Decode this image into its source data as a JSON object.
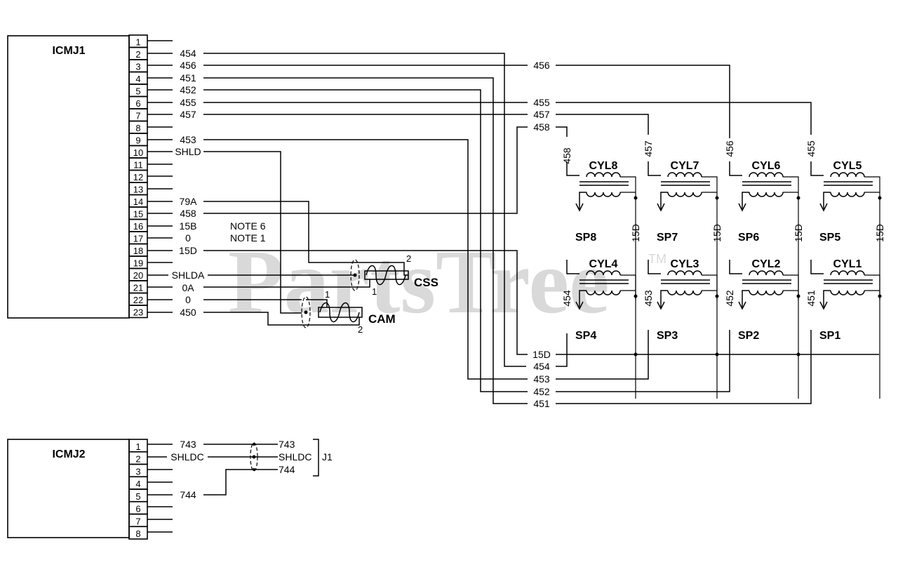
{
  "watermark": {
    "text": "PartsTree",
    "tm": "TM"
  },
  "icmj1": {
    "title": "ICMJ1",
    "pins": [
      "1",
      "2",
      "3",
      "4",
      "5",
      "6",
      "7",
      "8",
      "9",
      "10",
      "11",
      "12",
      "13",
      "14",
      "15",
      "16",
      "17",
      "18",
      "19",
      "20",
      "21",
      "22",
      "23"
    ],
    "wires": {
      "p2": "454",
      "p3": "456",
      "p4": "451",
      "p5": "452",
      "p6": "455",
      "p7": "457",
      "p9": "453",
      "p10": "SHLD",
      "p14": "79A",
      "p15": "458",
      "p16": "15B",
      "p17": "0",
      "p18": "15D",
      "p20": "SHLDA",
      "p21": "0A",
      "p22": "0",
      "p23": "450"
    },
    "notes": {
      "n16": "NOTE 6",
      "n17": "NOTE 1"
    }
  },
  "icmj2": {
    "title": "ICMJ2",
    "pins": [
      "1",
      "2",
      "3",
      "4",
      "5",
      "6",
      "7",
      "8"
    ],
    "wires": {
      "p1": "743",
      "p2": "SHLDC",
      "p5": "744"
    },
    "right": {
      "r1": "743",
      "r2": "SHLDC",
      "r3": "744"
    },
    "connector": "J1"
  },
  "sensors": {
    "css": "CSS",
    "cam": "CAM",
    "css_pin_top": "2",
    "css_pin_bottom": "1",
    "cam_pin_top": "1",
    "cam_pin_bottom": "2"
  },
  "top_labels": {
    "l456": "456",
    "l455": "455",
    "l457": "457",
    "l458": "458"
  },
  "vert_labels": {
    "v458": "458",
    "v457": "457",
    "v456": "456",
    "v455": "455",
    "v454": "454",
    "v453": "453",
    "v452": "452",
    "v451": "451",
    "d15": "15D"
  },
  "coils": {
    "cyl": [
      "CYL8",
      "CYL7",
      "CYL6",
      "CYL5",
      "CYL4",
      "CYL3",
      "CYL2",
      "CYL1"
    ],
    "sp": [
      "SP8",
      "SP7",
      "SP6",
      "SP5",
      "SP4",
      "SP3",
      "SP2",
      "SP1"
    ]
  },
  "bottom_labels": {
    "b15d": "15D",
    "b454": "454",
    "b453": "453",
    "b452": "452",
    "b451": "451"
  }
}
